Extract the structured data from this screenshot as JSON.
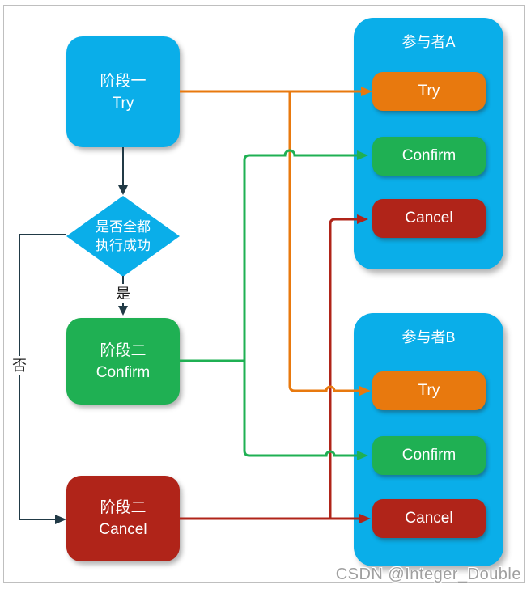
{
  "palette": {
    "blue": "#0aaee9",
    "green": "#1fb053",
    "orange": "#e8790e",
    "red": "#b02419",
    "dark_line": "#213a46",
    "border_gray": "#bfbfbf",
    "watermark_gray": "#9f9f9f"
  },
  "flow": {
    "phase1_line1": "阶段一",
    "phase1_line2": "Try",
    "decision_line1": "是否全都",
    "decision_line2": "执行成功",
    "yes_label": "是",
    "no_label": "否",
    "confirm_line1": "阶段二",
    "confirm_line2": "Confirm",
    "cancel_line1": "阶段二",
    "cancel_line2": "Cancel"
  },
  "participants": [
    {
      "title": "参与者A",
      "buttons": [
        "Try",
        "Confirm",
        "Cancel"
      ]
    },
    {
      "title": "参与者B",
      "buttons": [
        "Try",
        "Confirm",
        "Cancel"
      ]
    }
  ],
  "edges": [
    {
      "from": "阶段一 Try",
      "to": "是否全都执行成功",
      "color": "dark"
    },
    {
      "from": "是否全都执行成功",
      "label": "是",
      "to": "阶段二 Confirm",
      "color": "dark"
    },
    {
      "from": "是否全都执行成功",
      "label": "否",
      "to": "阶段二 Cancel",
      "color": "dark"
    },
    {
      "from": "阶段一 Try",
      "to": "参与者A Try",
      "color": "orange"
    },
    {
      "from": "阶段一 Try",
      "to": "参与者B Try",
      "color": "orange"
    },
    {
      "from": "阶段二 Confirm",
      "to": "参与者A Confirm",
      "color": "green"
    },
    {
      "from": "阶段二 Confirm",
      "to": "参与者B Confirm",
      "color": "green"
    },
    {
      "from": "阶段二 Cancel",
      "to": "参与者A Cancel",
      "color": "red"
    },
    {
      "from": "阶段二 Cancel",
      "to": "参与者B Cancel",
      "color": "red"
    }
  ],
  "watermark": "CSDN @Integer_Double"
}
